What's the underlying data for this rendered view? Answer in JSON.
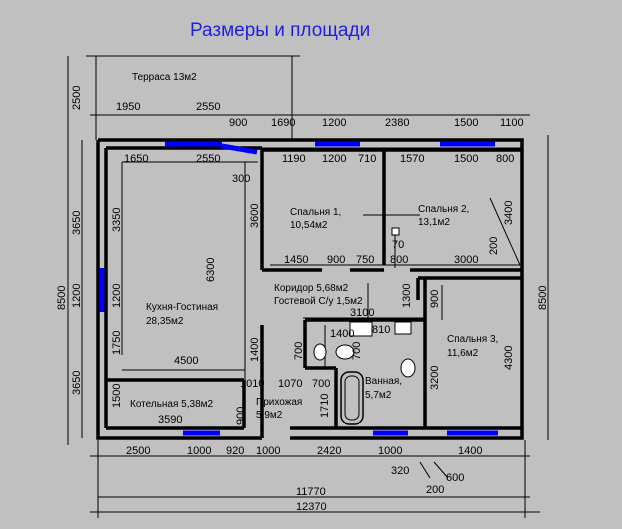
{
  "title": "Размеры и площади",
  "rooms": {
    "terrace": "Терраса 13м2",
    "kitchen_l1": "Кухня-Гостиная",
    "kitchen_l2": "28,35м2",
    "bed1_l1": "Спальня 1,",
    "bed1_l2": "10,54м2",
    "bed2_l1": "Спальня 2,",
    "bed2_l2": "13,1м2",
    "corridor_l1": "Коридор 5,68м2",
    "corridor_l2": "Гостевой С/у 1,5м2",
    "bed3_l1": "Спальня 3,",
    "bed3_l2": "11,6м2",
    "bath_l1": "Ванная,",
    "bath_l2": "5,7м2",
    "boiler": "Котельная 5,38м2",
    "hall_l1": "Прихожая",
    "hall_l2": "5,9м2"
  },
  "dims": {
    "t1950": "1950",
    "t2550": "2550",
    "t900": "900",
    "t1690": "1690",
    "t1200": "1200",
    "t2380": "2380",
    "t1500": "1500",
    "t1100": "1100",
    "i1650": "1650",
    "i2550": "2550",
    "i1190": "1190",
    "i1200": "1200",
    "i710": "710",
    "i1570": "1570",
    "i1500": "1500",
    "i800": "800",
    "l2500": "2500",
    "l3650a": "3650",
    "l1200": "1200",
    "l8500": "8500",
    "l3650b": "3650",
    "k3350": "3350",
    "k1200": "1200",
    "k1750": "1750",
    "k1500": "1500",
    "k6300": "6300",
    "k3600": "3600",
    "k4500": "4500",
    "k1400": "1400",
    "k300": "300",
    "m1450": "1450",
    "m900": "900",
    "m750": "750",
    "m800": "800",
    "m3000": "3000",
    "m70": "70",
    "m200": "200",
    "m3400": "3400",
    "c3100": "3100",
    "c1400": "1400",
    "c810": "810",
    "c1300": "1300",
    "c900": "900",
    "c3200": "3200",
    "c4300": "4300",
    "c700a": "700",
    "c700b": "700",
    "h1010": "1010",
    "h1070": "1070",
    "h700": "700",
    "h900": "900",
    "h1710": "1710",
    "h3590": "3590",
    "b2500": "2500",
    "b1000a": "1000",
    "b920": "920",
    "b1000b": "1000",
    "b2420": "2420",
    "b1000c": "1000",
    "b1400": "1400",
    "b320": "320",
    "b600": "600",
    "b200": "200",
    "b11770": "11770",
    "b12370": "12370",
    "r8500": "8500"
  }
}
